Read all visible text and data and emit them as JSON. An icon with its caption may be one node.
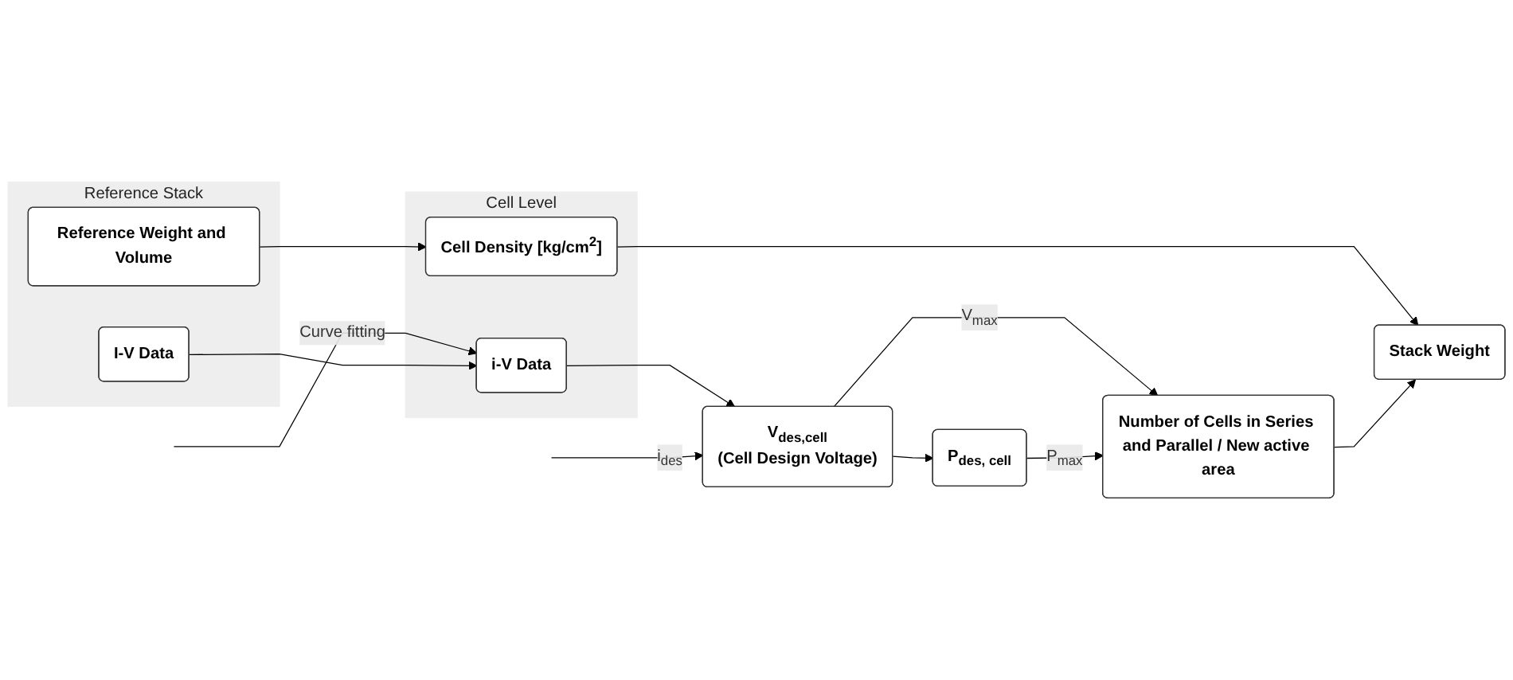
{
  "diagram": {
    "nodes": [
      {
        "text": [
          "Reference Stack"
        ]
      },
      {
        "text": [
          "I-V Data"
        ],
        "in": 0
      },
      {
        "text": [
          "Reference Weight and Volume"
        ],
        "in": 0
      },
      {
        "text": [
          "Cell Level"
        ]
      },
      {
        "text": [
          "i-V Data"
        ],
        "in": 3
      },
      {
        "text": [
          "Cell Density [kg/cm$^{2}$]"
        ],
        "in": 3
      },
      {
        "text": [
          "V$_{des,cell}$",
          "(Cell Design Voltage)"
        ]
      },
      {
        "text": [
          "P$_{des, cell}$"
        ]
      },
      {
        "text": [
          "Number of Cells in Series and Parallel / New active area"
        ]
      },
      {
        "text": [
          "Stack Weight"
        ]
      }
    ],
    "edges": [
      {
        "from": null,
        "to": 4,
        "arrow": "to",
        "label": "Curve fitting"
      },
      {
        "from": 1,
        "to": 4,
        "arrow": "to"
      },
      {
        "from": 2,
        "to": 5,
        "arrow": "to"
      },
      {
        "from": 4,
        "to": 6,
        "arrow": "to"
      },
      {
        "from": null,
        "to": 6,
        "arrow": "to",
        "label": "i$_{des}$"
      },
      {
        "from": 6,
        "to": 7,
        "arrow": "to"
      },
      {
        "from": 6,
        "to": 8,
        "arrow": "to",
        "label": "V$_{max}$"
      },
      {
        "from": 7,
        "to": 8,
        "arrow": "to",
        "label": "P$_{max}$"
      },
      {
        "from": 5,
        "to": 9,
        "arrow": "to"
      },
      {
        "from": 8,
        "to": 9,
        "arrow": "to"
      }
    ]
  }
}
